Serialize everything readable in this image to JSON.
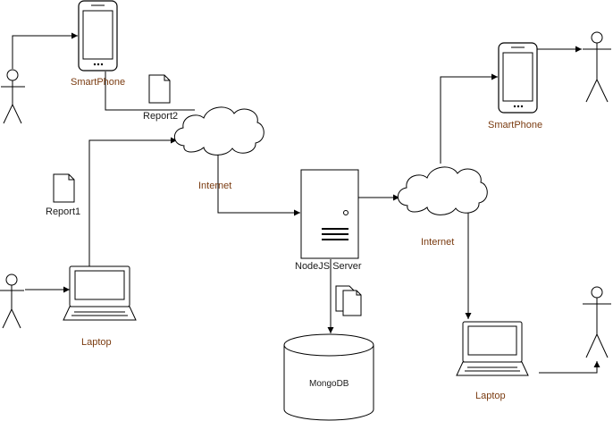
{
  "labels": {
    "smartphone_left": "SmartPhone",
    "report2": "Report2",
    "internet_left": "Internet",
    "report1": "Report1",
    "laptop_left": "Laptop",
    "server": "NodeJS Server",
    "database": "MongoDB",
    "smartphone_right": "SmartPhone",
    "internet_right": "Internet",
    "laptop_right": "Laptop"
  },
  "colors": {
    "label_accent": "#7a3b10",
    "stroke": "#000000",
    "background": "#ffffff"
  }
}
